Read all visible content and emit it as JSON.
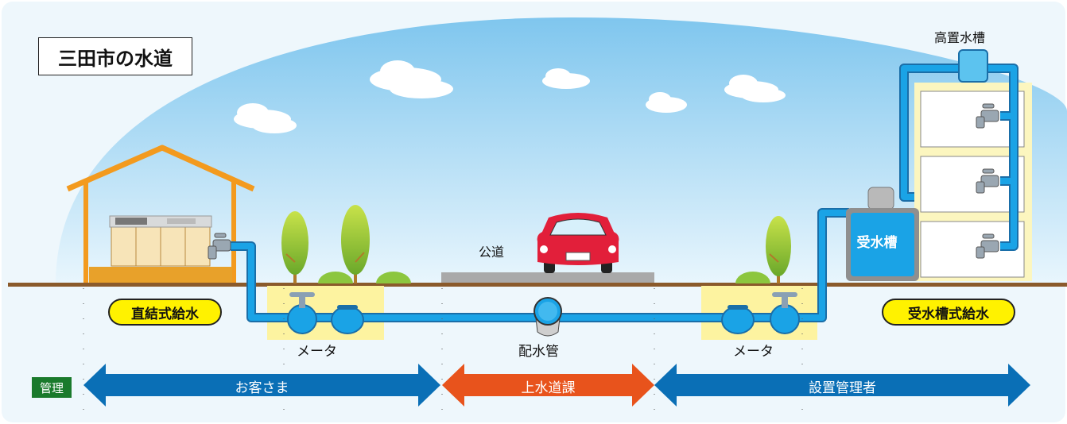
{
  "title": "三田市の水道",
  "labels": {
    "elevated_tank": "高置水槽",
    "public_road": "公道",
    "receiving_tank": "受水槽",
    "meter_left": "メータ",
    "meter_right": "メータ",
    "distribution_pipe": "配水管"
  },
  "supply_types": {
    "direct": "直結式給水",
    "tank": "受水槽式給水"
  },
  "management": {
    "label": "管理",
    "customer": "お客さま",
    "water_department": "上水道課",
    "installer_manager": "設置管理者"
  },
  "colors": {
    "pipe": "#1aa3e6",
    "ground": "#8a5a2b",
    "customer_arrow": "#0a6fb6",
    "department_arrow": "#e8531c",
    "manager_arrow": "#0a6fb6",
    "pill": "#fff200",
    "management_badge": "#1a7a2c"
  },
  "icons": [
    "faucet-icon",
    "valve-icon",
    "meter-icon",
    "tree-icon",
    "car-icon",
    "cloud-icon"
  ]
}
